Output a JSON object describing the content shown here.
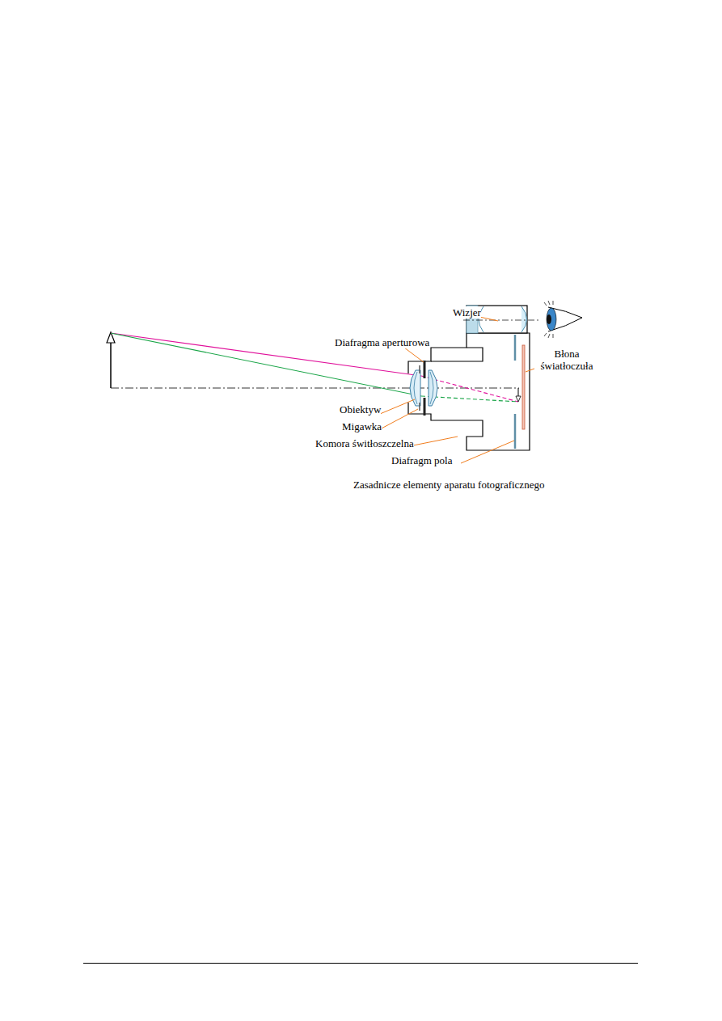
{
  "diagram": {
    "caption": "Zasadnicze elementy aparatu fotograficznego",
    "labels": [
      "Wizjer",
      "Diafragma aperturowa",
      "Błona światłoczuła",
      "Obiektyw",
      "Migawka",
      "Komora świtłoszczelna",
      "Diafragm pola"
    ]
  }
}
